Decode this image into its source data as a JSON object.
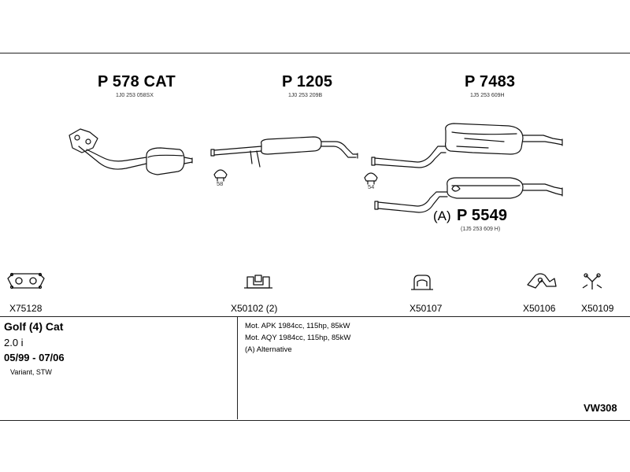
{
  "parts": {
    "p578": {
      "number": "P 578 CAT",
      "oem": "1J0 253 058SX"
    },
    "p1205": {
      "number": "P 1205",
      "oem": "1J0 253 209B"
    },
    "p7483": {
      "number": "P 7483",
      "oem": "1J5 253 609H"
    },
    "p5549": {
      "prefix": "(A)",
      "number": "P 5549",
      "oem": "(1J5 253 609 H)"
    }
  },
  "clamps": {
    "c58": "58",
    "c54": "54"
  },
  "mounts": [
    {
      "code": "X75128",
      "icon": "gasket-icon"
    },
    {
      "code": "X50102 (2)",
      "icon": "bracket-icon"
    },
    {
      "code": "X50107",
      "icon": "rubber-hanger-icon"
    },
    {
      "code": "X50106",
      "icon": "hanger-icon"
    },
    {
      "code": "X50109",
      "icon": "y-hanger-icon"
    }
  ],
  "vehicle": {
    "model": "Golf (4) Cat",
    "engine": "2.0 i",
    "years": "05/99 - 07/06",
    "variant": "Variant, STW"
  },
  "notes": [
    "Mot. APK 1984cc, 115hp, 85kW",
    "Mot. AQY 1984cc, 115hp, 85kW",
    "(A) Alternative"
  ],
  "diagram_code": "VW308"
}
